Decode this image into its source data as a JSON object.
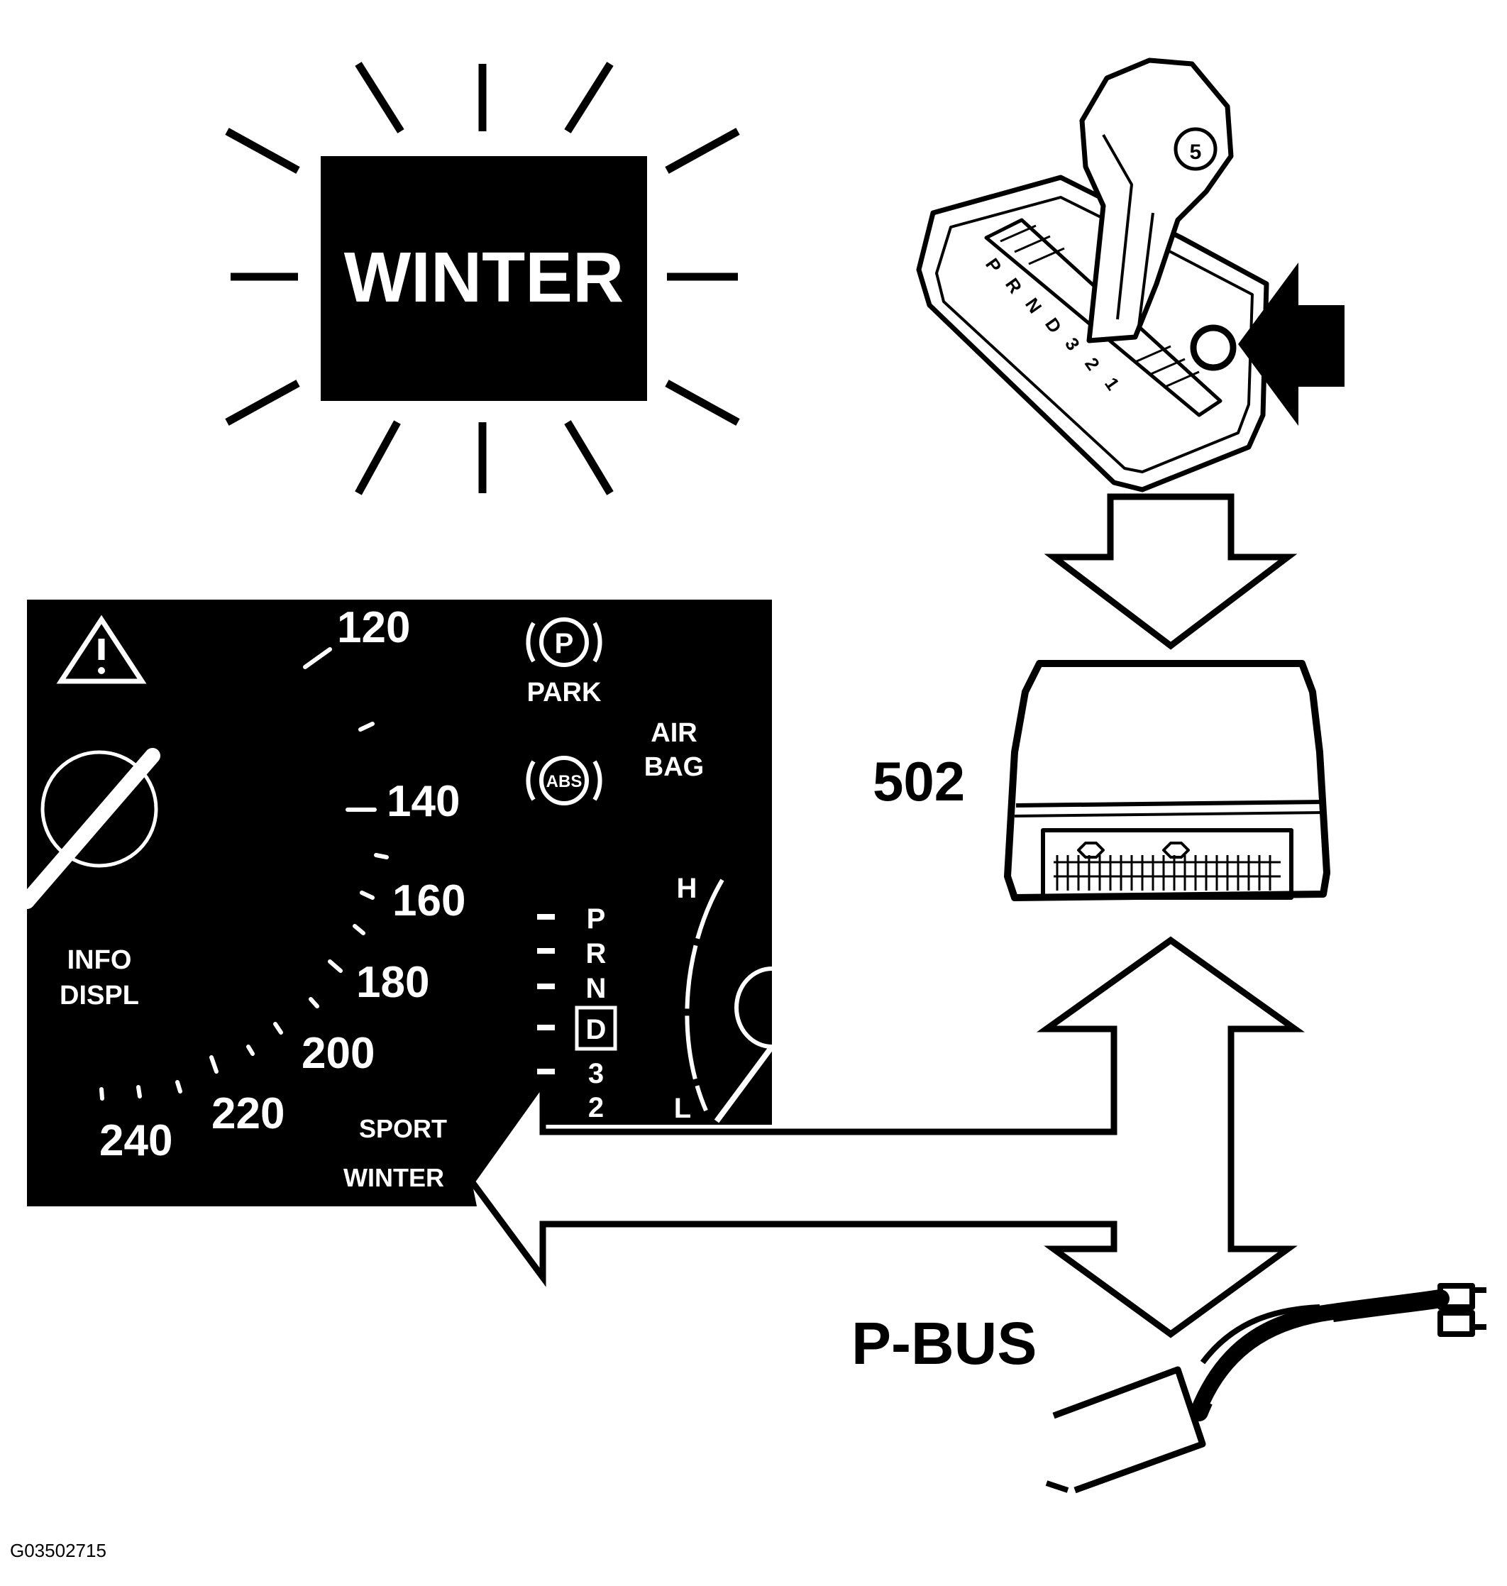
{
  "colors": {
    "ink": "#000000",
    "paper": "#ffffff"
  },
  "winter_indicator": {
    "label": "WINTER"
  },
  "gear_selector": {
    "positions": [
      "P",
      "R",
      "N",
      "D",
      "3",
      "2",
      "1"
    ],
    "knob_mark": "5"
  },
  "control_module": {
    "label": "502"
  },
  "bus": {
    "label": "P-BUS"
  },
  "instrument_cluster": {
    "speed_marks": [
      "120",
      "140",
      "160",
      "180",
      "200",
      "220",
      "240"
    ],
    "park_symbol": "P",
    "park_label": "PARK",
    "abs_symbol": "ABS",
    "airbag_line1": "AIR",
    "airbag_line2": "BAG",
    "info_line1": "INFO",
    "info_line2": "DISPL",
    "gear_list": [
      "P",
      "R",
      "N",
      "D",
      "3",
      "2"
    ],
    "active_gear": "D",
    "temp_high": "H",
    "temp_low": "L",
    "mode_sport": "SPORT",
    "mode_winter": "WINTER"
  },
  "figure_id": "G03502715"
}
